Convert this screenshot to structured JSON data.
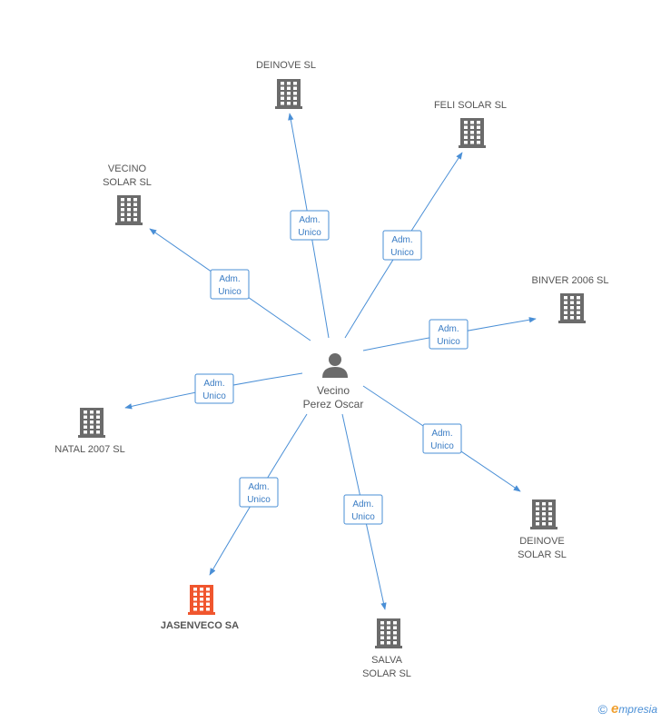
{
  "center": {
    "name_line1": "Vecino",
    "name_line2": "Perez Oscar"
  },
  "edge_label": {
    "line1": "Adm.",
    "line2": "Unico"
  },
  "colors": {
    "edge": "#4a8fd6",
    "building": "#6b6b6b",
    "highlight": "#f0562e"
  },
  "nodes": [
    {
      "id": "deinove-sl",
      "lines": [
        "DEINOVE SL"
      ],
      "highlight": false
    },
    {
      "id": "feli-solar-sl",
      "lines": [
        "FELI SOLAR SL"
      ],
      "highlight": false
    },
    {
      "id": "vecino-solar-sl",
      "lines": [
        "VECINO",
        "SOLAR SL"
      ],
      "highlight": false
    },
    {
      "id": "binver-2006-sl",
      "lines": [
        "BINVER 2006 SL"
      ],
      "highlight": false
    },
    {
      "id": "natal-2007-sl",
      "lines": [
        "NATAL 2007 SL"
      ],
      "highlight": false
    },
    {
      "id": "deinove-solar-sl",
      "lines": [
        "DEINOVE",
        "SOLAR SL"
      ],
      "highlight": false
    },
    {
      "id": "jasenveco-sa",
      "lines": [
        "JASENVECO SA"
      ],
      "highlight": true
    },
    {
      "id": "salva-solar-sl",
      "lines": [
        "SALVA",
        "SOLAR SL"
      ],
      "highlight": false
    }
  ],
  "footer": {
    "copyright": "©",
    "brand_e": "e",
    "brand_rest": "mpresia"
  }
}
